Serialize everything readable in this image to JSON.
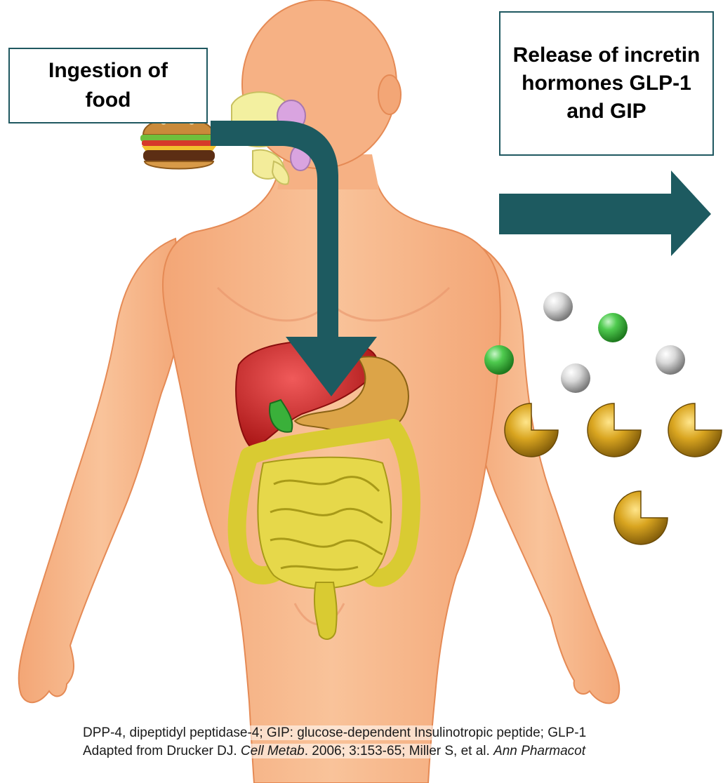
{
  "ingestion_box": {
    "text": "Ingestion of food"
  },
  "release_box": {
    "text": "Release of incretin hormones GLP-1 and GIP"
  },
  "footnote": {
    "line1": "DPP-4, dipeptidyl peptidase-4; GIP: glucose-dependent Insulinotropic peptide; GLP-1",
    "line2_prefix": "Adapted from Drucker DJ. ",
    "line2_journal1": "Cell Metab",
    "line2_middle": ". 2006; 3:153-65; Miller S, et al. ",
    "line2_journal2": "Ann Pharmacot"
  },
  "colors": {
    "arrow": "#1d5a60",
    "skin": "#f6b184",
    "liver": "#d42222",
    "intestine": "#d9c93a",
    "stomach": "#d4a03d",
    "gallbladder": "#2fa52f",
    "green_molecule": "#3cbc3c",
    "grey_molecule": "#c8c8c8",
    "dpp4_enzyme": "#d4a020"
  },
  "icons": [
    "burger-icon",
    "down-arrow-icon",
    "right-arrow-icon",
    "glp1-molecule-icon",
    "gip-molecule-icon",
    "dpp4-enzyme-icon"
  ]
}
